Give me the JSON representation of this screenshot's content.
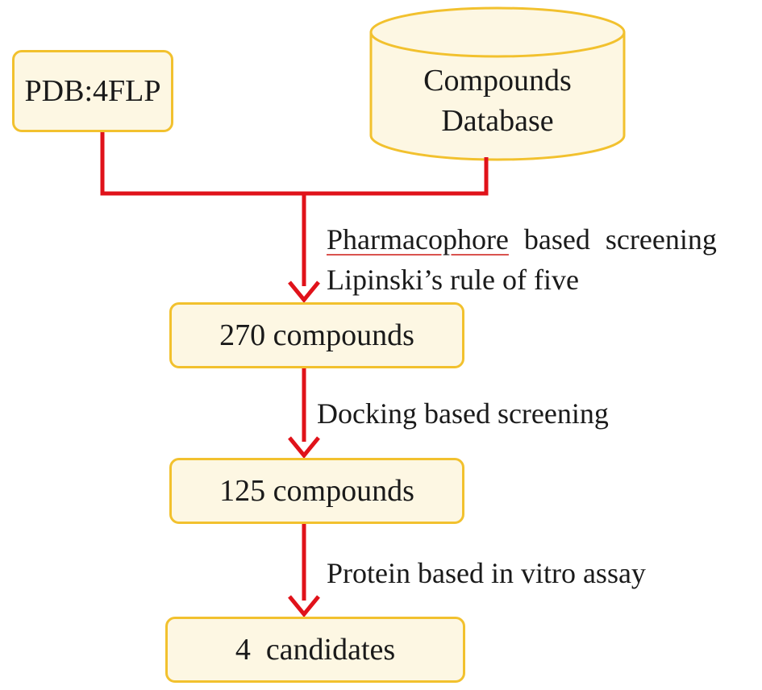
{
  "nodes": {
    "pdb": "PDB:4FLP",
    "database_line1": "Compounds",
    "database_line2": "Database",
    "stage1": "270 compounds",
    "stage2": "125 compounds",
    "stage3": "4  candidates"
  },
  "steps": {
    "step1_word1": "Pharmacophore",
    "step1_rest": " based screening",
    "step1_line2": "Lipinski’s rule of five",
    "step2": "Docking based screening",
    "step3": "Protein based in vitro assay"
  },
  "colors": {
    "arrow": "#e0121a",
    "box_fill": "#fdf7e3",
    "box_border": "#f2c12e"
  }
}
